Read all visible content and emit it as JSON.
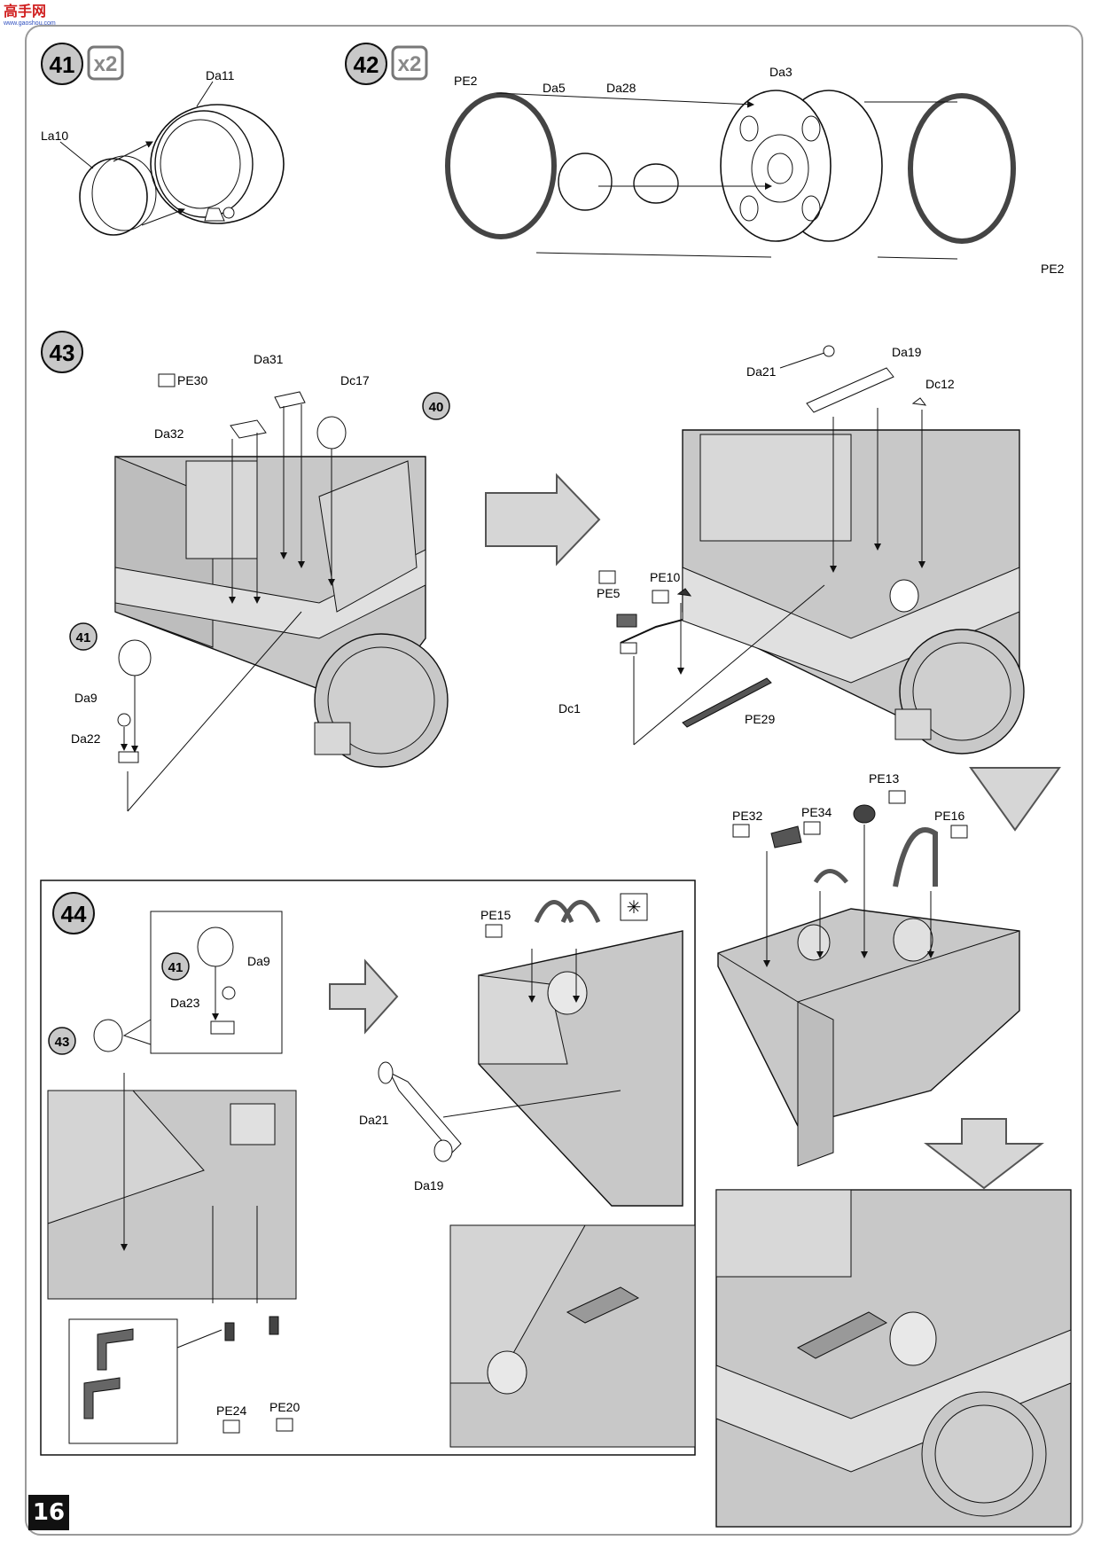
{
  "header": {
    "logo_text": "高手网",
    "logo_sub": "www.gaoshou.com"
  },
  "page_number": "16",
  "colors": {
    "shade": "#c8c8c8",
    "ink": "#111111",
    "arrow_fill": "#d6d6d6",
    "line": "#333333"
  },
  "steps": {
    "s41": {
      "number": "41",
      "qty": "x2",
      "parts": {
        "da11": "Da11",
        "la10": "La10"
      }
    },
    "s42": {
      "number": "42",
      "qty": "x2",
      "parts": {
        "pe2_left": "PE2",
        "da5": "Da5",
        "da28": "Da28",
        "da3": "Da3",
        "pe2_right": "PE2"
      }
    },
    "s43": {
      "number": "43",
      "ref_step": "40",
      "sub_step": "41",
      "parts_left": {
        "pe30": "PE30",
        "da31": "Da31",
        "dc17": "Dc17",
        "da32": "Da32",
        "da9": "Da9",
        "da22": "Da22"
      },
      "parts_right": {
        "da21": "Da21",
        "da19": "Da19",
        "dc12": "Dc12",
        "pe10": "PE10",
        "pe5": "PE5",
        "dc1": "Dc1",
        "pe29": "PE29"
      },
      "parts_lower": {
        "pe13": "PE13",
        "pe32": "PE32",
        "pe34": "PE34",
        "pe16": "PE16"
      }
    },
    "s44": {
      "number": "44",
      "ref_step_a": "41",
      "ref_step_b": "43",
      "parts_inset": {
        "da9": "Da9",
        "da23": "Da23"
      },
      "parts_main": {
        "pe15": "PE15",
        "da21": "Da21",
        "da19": "Da19"
      },
      "parts_detail": {
        "pe24": "PE24",
        "pe20": "PE20"
      }
    }
  }
}
